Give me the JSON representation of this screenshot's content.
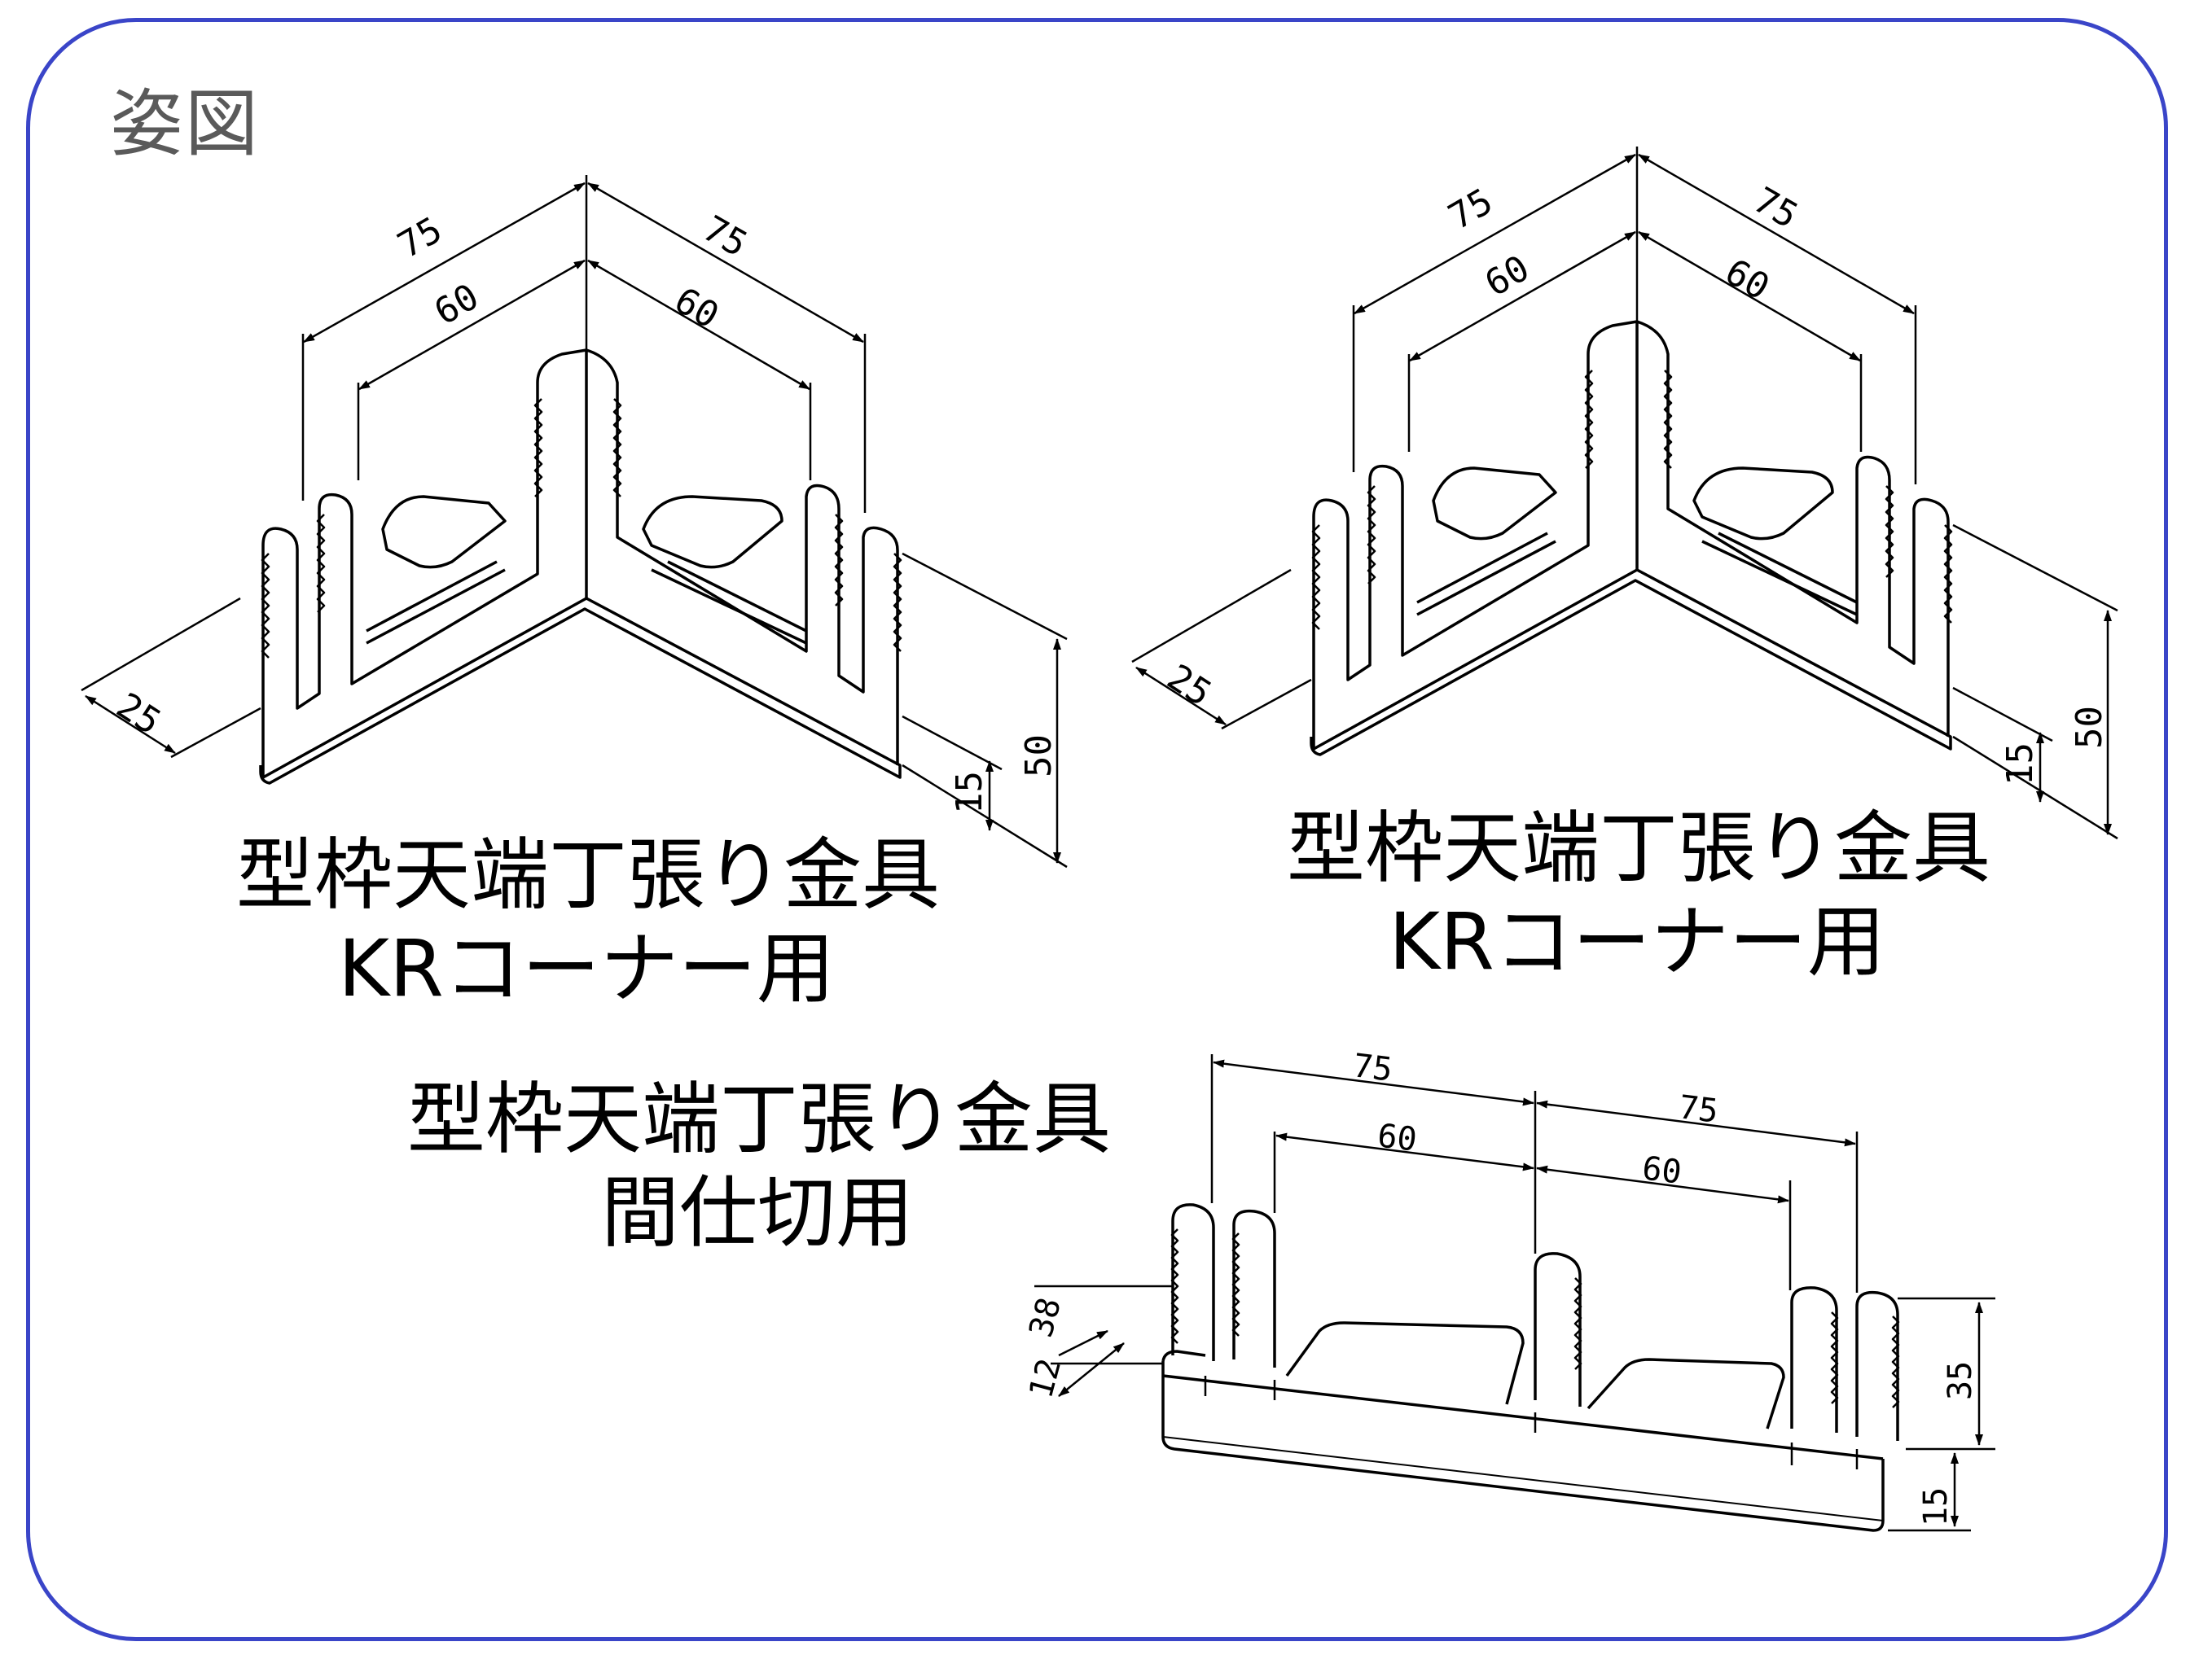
{
  "heading": "姿図",
  "colors": {
    "frame": "#3a45c8",
    "line": "#000000",
    "heading": "#5a5a5a"
  },
  "figures": [
    {
      "caption_line1": "型枠天端丁張り金具",
      "caption_line2": "KRコーナー用",
      "dims": {
        "outer_left": "75",
        "outer_right": "75",
        "inner_left": "60",
        "inner_right": "60",
        "depth": "25",
        "height_total": "50",
        "height_base": "15"
      }
    },
    {
      "caption_line1": "型枠天端丁張り金具",
      "caption_line2": "KRコーナー用",
      "dims": {
        "outer_left": "75",
        "outer_right": "75",
        "inner_left": "60",
        "inner_right": "60",
        "depth": "25",
        "height_total": "50",
        "height_base": "15"
      }
    },
    {
      "caption_line1": "型枠天端丁張り金具",
      "caption_line2": "間仕切用",
      "dims": {
        "outer_left": "75",
        "outer_right": "75",
        "inner_left": "60",
        "inner_right": "60",
        "depth_total": "38",
        "depth_front": "12",
        "height_fin": "35",
        "height_base": "15"
      }
    }
  ]
}
